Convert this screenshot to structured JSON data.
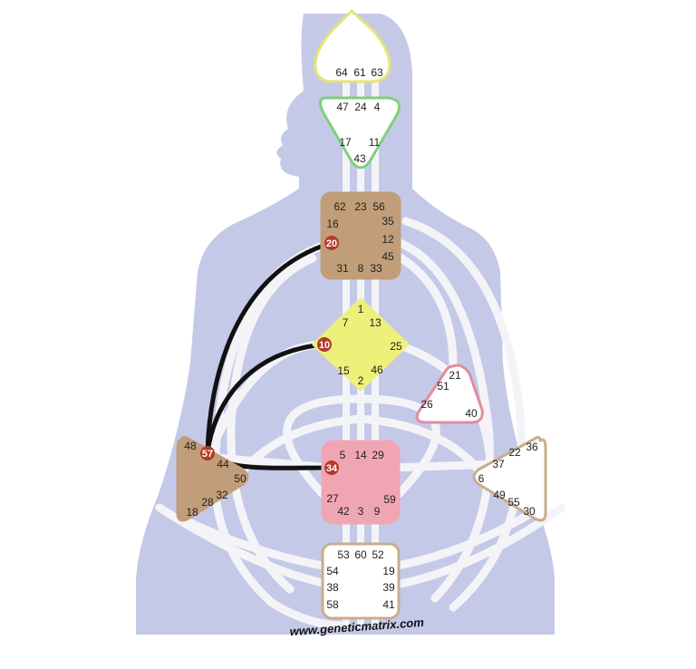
{
  "colors": {
    "background": "#ffffff",
    "silhouette": "#c5c9e8",
    "channel": "#f4f4f8",
    "active_channel": "#111111",
    "active_gate": "#b33a2c",
    "head": "#ffffff",
    "head_border": "#e6e37a",
    "ajna": "#ffffff",
    "ajna_border": "#7ed07e",
    "throat": "#c19e79",
    "g_center": "#eef07a",
    "heart": "#ffffff",
    "heart_border": "#e08d9e",
    "spleen": "#c19e79",
    "solar_plexus": "#ffffff",
    "sacral": "#f0a6b2",
    "root": "#ffffff",
    "undefined_border": "#c9ad8a"
  },
  "credit": "www.geneticmatrix.com",
  "centers": [
    {
      "id": "head",
      "gates": [
        "64",
        "61",
        "63"
      ]
    },
    {
      "id": "ajna",
      "gates": [
        "47",
        "24",
        "4",
        "17",
        "11",
        "43"
      ]
    },
    {
      "id": "throat",
      "gates": [
        "62",
        "23",
        "56",
        "16",
        "35",
        "20",
        "12",
        "45",
        "31",
        "8",
        "33"
      ]
    },
    {
      "id": "g-center",
      "gates": [
        "1",
        "7",
        "13",
        "10",
        "25",
        "15",
        "46",
        "2"
      ]
    },
    {
      "id": "heart",
      "gates": [
        "21",
        "51",
        "26",
        "40"
      ]
    },
    {
      "id": "spleen",
      "gates": [
        "48",
        "57",
        "44",
        "50",
        "32",
        "28",
        "18"
      ]
    },
    {
      "id": "sacral",
      "gates": [
        "5",
        "14",
        "29",
        "34",
        "27",
        "59",
        "42",
        "3",
        "9"
      ]
    },
    {
      "id": "solar-plexus",
      "gates": [
        "36",
        "22",
        "37",
        "6",
        "49",
        "55",
        "30"
      ]
    },
    {
      "id": "root",
      "gates": [
        "53",
        "60",
        "52",
        "54",
        "19",
        "38",
        "39",
        "58",
        "41"
      ]
    }
  ],
  "active_gates": [
    "20",
    "10",
    "57",
    "34"
  ],
  "active_channels": [
    [
      "20",
      "57"
    ],
    [
      "10",
      "57"
    ],
    [
      "57",
      "34"
    ]
  ]
}
